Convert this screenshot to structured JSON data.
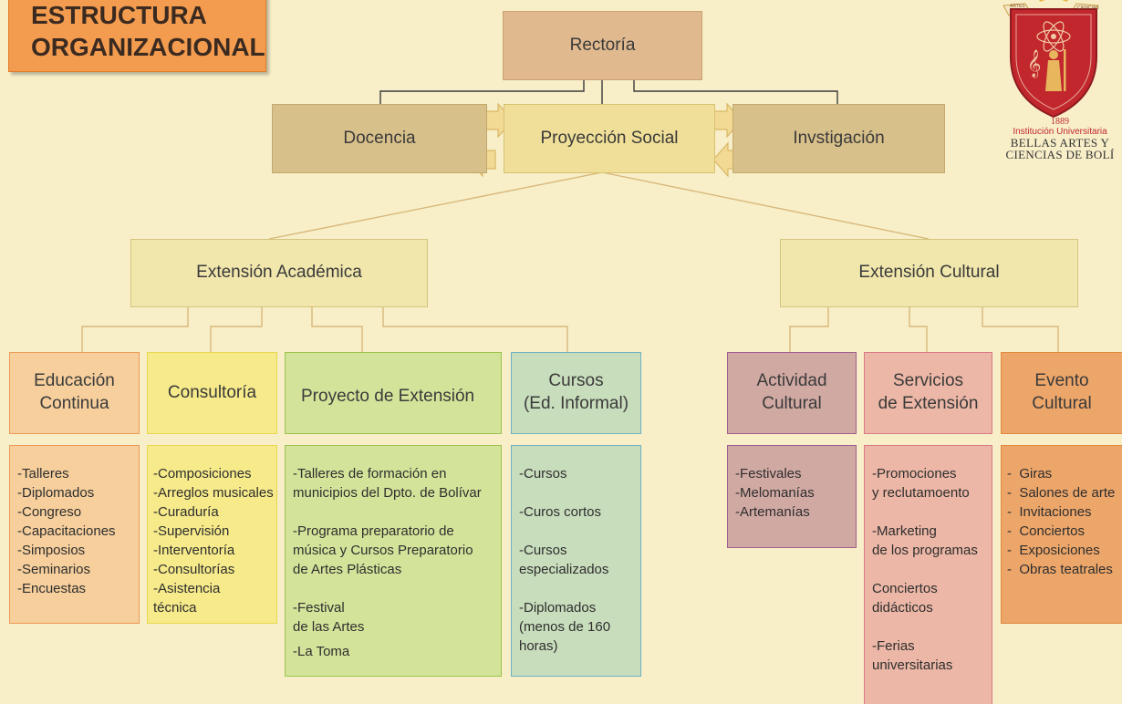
{
  "title": {
    "line1": "ESTRUCTURA",
    "line2": "ORGANIZACIONAL"
  },
  "top": {
    "rectoria": "Rectoría",
    "docencia": "Docencia",
    "proyeccion": "Proyección Social",
    "investigacion": "Invstigación"
  },
  "branches": {
    "academica": "Extensión Académica",
    "cultural": "Extensión Cultural"
  },
  "categories": {
    "educacion": "Educación\nContinua",
    "consultoria": "Consultoría",
    "proyecto": "Proyecto de Extensión",
    "cursos": "Cursos\n(Ed. Informal)",
    "actividad": "Actividad\nCultural",
    "servicios": "Servicios\nde Extensión",
    "evento": "Evento\nCultural"
  },
  "lists": {
    "educacion": [
      "-Talleres",
      "-Diplomados",
      "-Congreso",
      "-Capacitaciones",
      "-Simposios",
      "-Seminarios",
      "-Encuestas"
    ],
    "consultoria": [
      "-Composiciones",
      "-Arreglos musicales",
      "-Curaduría",
      "-Supervisión",
      "-Interventoría",
      "-Consultorías",
      "-Asistencia\n técnica"
    ],
    "proyecto": [
      "-Talleres de formación en\nmunicipios del Dpto. de Bolívar",
      "-Programa preparatorio de\n música y Cursos Preparatorio\n de Artes Plásticas",
      "-Festival\n de las Artes",
      "-La Toma"
    ],
    "cursos": [
      "-Cursos",
      "-Curos cortos",
      "-Cursos\nespecializados",
      "-Diplomados\n(menos de 160\nhoras)"
    ],
    "actividad": [
      "-Festivales",
      "-Melomanías",
      "-Artemanías"
    ],
    "servicios": [
      "-Promociones\ny reclutamoento",
      "-Marketing\nde los programas",
      "Conciertos\ndidácticos",
      "-Ferias\nuniversitarias"
    ],
    "evento": [
      "-  Giras",
      "-  Salones de arte",
      "-  Invitaciones",
      "-  Conciertos",
      "-  Exposiciones",
      "-  Obras teatrales"
    ]
  },
  "logo": {
    "artes": "ARTES",
    "ciencias": "CIENCIAS",
    "year": "1889",
    "institution": "Institución Universitaria",
    "name_line1": "BELLAS ARTES Y",
    "name_line2": "CIENCIAS DE BOLÍ"
  },
  "colors": {
    "background": "#f8efc9",
    "title": "#f39c4f",
    "rectoria": "#e0b98f",
    "docencia": "#d8c08a",
    "proyeccion": "#f0df98",
    "extension": "#f1e7ac",
    "educacion": "#f6cf9c",
    "consultoria": "#f6ea8a",
    "proyecto": "#d3e49a",
    "cursos": "#c8ddbc",
    "actividad": "#d1a9a3",
    "servicios": "#ecb7a6",
    "evento": "#eda66a",
    "logo": "#c1272d"
  }
}
